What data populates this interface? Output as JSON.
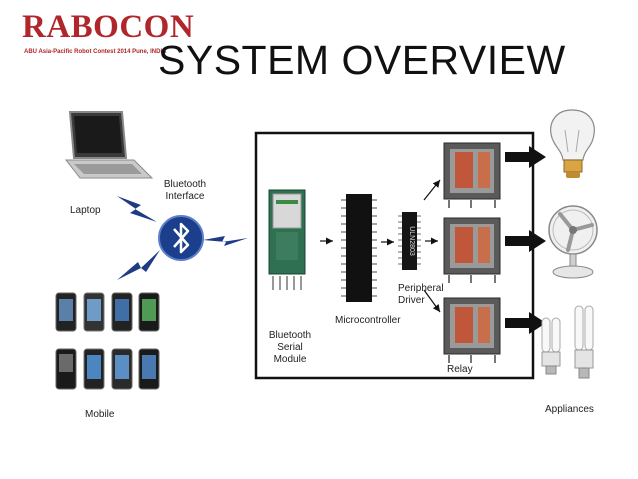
{
  "header": {
    "logo_text": "RABOCON",
    "logo_subtitle": "ABU Asia-Pacific Robot Contest 2014 Pune, INDIA",
    "title": "SYSTEM OVERVIEW"
  },
  "labels": {
    "laptop": "Laptop",
    "bluetooth_interface": "Bluetooth\nInterface",
    "mobile": "Mobile",
    "bluetooth_module": "Bluetooth\nSerial\nModule",
    "microcontroller": "Microcontroller",
    "chip_label": "ULN2803",
    "peripheral_driver": "Peripheral\nDriver",
    "relay": "Relay",
    "appliances": "Appliances"
  },
  "icons": [
    "laptop-icon",
    "bluetooth-icon",
    "mobile-phone-icon",
    "bulb-icon",
    "fan-icon",
    "cfl-lamp-icon",
    "relay-icon",
    "chip-icon"
  ],
  "colors": {
    "logo": "#b0262a",
    "bluetooth": "#1b3f8c",
    "lightning": "#1f3b86",
    "relay_coil": "#c0573a"
  }
}
